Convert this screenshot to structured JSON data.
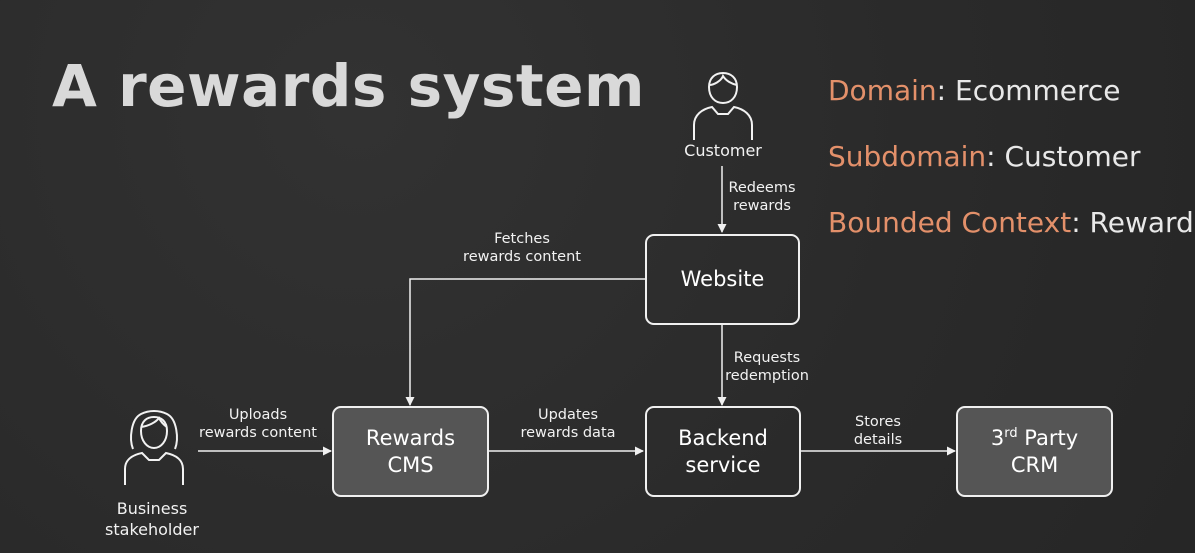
{
  "title": "A rewards system",
  "context": [
    {
      "key": "Domain",
      "sep": ": ",
      "value": "Ecommerce"
    },
    {
      "key": "Subdomain",
      "sep": ": ",
      "value": "Customer"
    },
    {
      "key": "Bounded Context",
      "sep": ": ",
      "value": "Rewards"
    }
  ],
  "actors": {
    "customer": "Customer",
    "stakeholder": [
      "Business",
      "stakeholder"
    ]
  },
  "nodes": {
    "website": "Website",
    "cms": [
      "Rewards",
      "CMS"
    ],
    "backend": [
      "Backend",
      "service"
    ],
    "crm": {
      "pre": "3",
      "sup": "rd",
      "post": " Party",
      "line2": "CRM"
    }
  },
  "edges": {
    "redeems": [
      "Redeems",
      "rewards"
    ],
    "fetches": [
      "Fetches",
      "rewards content"
    ],
    "requests": [
      "Requests",
      "redemption"
    ],
    "uploads": [
      "Uploads",
      "rewards content"
    ],
    "updates": [
      "Updates",
      "rewards data"
    ],
    "stores": [
      "Stores",
      "details"
    ]
  },
  "colors": {
    "background": "#2b2b2b",
    "title": "#d9d9d9",
    "context_key": "#e3906a",
    "context_value": "#e8e8e8",
    "dark_node_fill": "#555555",
    "line": "#f0f0f0"
  },
  "icons": [
    "person-icon",
    "female-person-icon",
    "arrow-head-icon"
  ]
}
